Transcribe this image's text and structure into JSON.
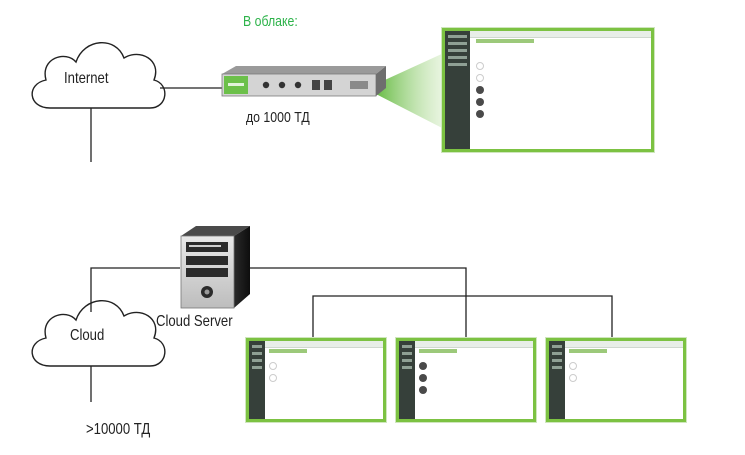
{
  "top": {
    "cloud_label": "Internet",
    "cloud_caption": "В облаке:",
    "capacity_label": "до 1000 ТД"
  },
  "bottom": {
    "cloud_label": "Cloud",
    "server_label": "Cloud Server",
    "capacity_label": ">10000 ТД"
  },
  "colors": {
    "accent_green": "#7cc242",
    "caption_green": "#2db34a",
    "line": "#222222"
  },
  "icons": [
    "cloud-icon",
    "appliance-icon",
    "server-tower-icon",
    "controller-window-icon"
  ]
}
